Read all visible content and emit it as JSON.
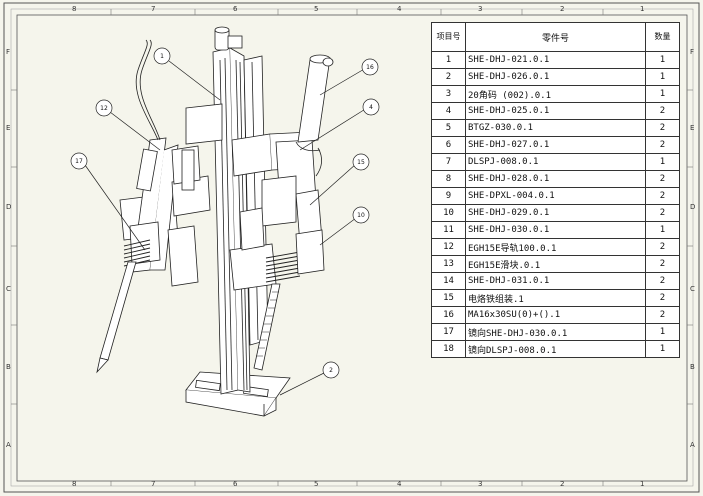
{
  "zone_top": [
    "8",
    "7",
    "6",
    "5",
    "4",
    "3",
    "2",
    "1"
  ],
  "zone_bottom": [
    "8",
    "7",
    "6",
    "5",
    "4",
    "3",
    "2",
    "1"
  ],
  "zone_left": [
    "F",
    "E",
    "D",
    "C",
    "B",
    "A"
  ],
  "zone_right": [
    "F",
    "E",
    "D",
    "C",
    "B",
    "A"
  ],
  "bom": {
    "header": {
      "no": "项目号",
      "part": "零件号",
      "qty": "数量"
    },
    "rows": [
      {
        "no": "1",
        "part": "SHE-DHJ-021.0.1",
        "qty": "1"
      },
      {
        "no": "2",
        "part": "SHE-DHJ-026.0.1",
        "qty": "1"
      },
      {
        "no": "3",
        "part": "20角码 (002).0.1",
        "qty": "1"
      },
      {
        "no": "4",
        "part": "SHE-DHJ-025.0.1",
        "qty": "2"
      },
      {
        "no": "5",
        "part": "BTGZ-030.0.1",
        "qty": "2"
      },
      {
        "no": "6",
        "part": "SHE-DHJ-027.0.1",
        "qty": "2"
      },
      {
        "no": "7",
        "part": "DLSPJ-008.0.1",
        "qty": "1"
      },
      {
        "no": "8",
        "part": "SHE-DHJ-028.0.1",
        "qty": "2"
      },
      {
        "no": "9",
        "part": "SHE-DPXL-004.0.1",
        "qty": "2"
      },
      {
        "no": "10",
        "part": "SHE-DHJ-029.0.1",
        "qty": "2"
      },
      {
        "no": "11",
        "part": "SHE-DHJ-030.0.1",
        "qty": "1"
      },
      {
        "no": "12",
        "part": "EGH15E导轨100.0.1",
        "qty": "2"
      },
      {
        "no": "13",
        "part": "EGH15E滑块.0.1",
        "qty": "2"
      },
      {
        "no": "14",
        "part": "SHE-DHJ-031.0.1",
        "qty": "2"
      },
      {
        "no": "15",
        "part": "电烙铁组装.1",
        "qty": "2"
      },
      {
        "no": "16",
        "part": "MA16x30SU(0)+().1",
        "qty": "2"
      },
      {
        "no": "17",
        "part": "镜向SHE-DHJ-030.0.1",
        "qty": "1"
      },
      {
        "no": "18",
        "part": "镜向DLSPJ-008.0.1",
        "qty": "1"
      }
    ]
  },
  "balloons": [
    "1",
    "12",
    "17",
    "16",
    "4",
    "15",
    "10",
    "2"
  ]
}
